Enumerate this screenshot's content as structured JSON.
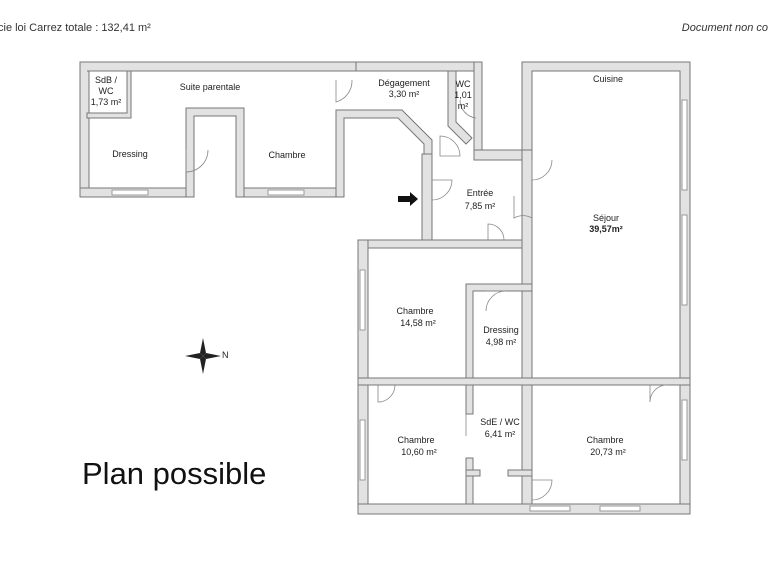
{
  "header": {
    "surface_text": "cie loi Carrez totale : 132,41 m²",
    "disclaimer": "Document non co"
  },
  "rooms": {
    "sdb_wc": {
      "name": "SdB /",
      "name2": "WC",
      "area": "1,73 m²"
    },
    "suite_parentale": {
      "name": "Suite parentale"
    },
    "dressing_1": {
      "name": "Dressing"
    },
    "chambre_1": {
      "name": "Chambre"
    },
    "degagement": {
      "name": "Dégagement",
      "area": "3,30 m²"
    },
    "wc": {
      "name": "WC",
      "area1": "1,01",
      "area2": "m²"
    },
    "cuisine": {
      "name": "Cuisine"
    },
    "entree": {
      "name": "Entrée",
      "area": "7,85 m²"
    },
    "sejour": {
      "name": "Séjour",
      "area": "39,57m²"
    },
    "chambre_2": {
      "name": "Chambre",
      "area": "14,58 m²"
    },
    "dressing_2": {
      "name": "Dressing",
      "area": "4,98 m²"
    },
    "chambre_3": {
      "name": "Chambre",
      "area": "10,60 m²"
    },
    "sde_wc": {
      "name": "SdE / WC",
      "area": "6,41 m²"
    },
    "chambre_4": {
      "name": "Chambre",
      "area": "20,73 m²"
    }
  },
  "compass": {
    "label": "N"
  },
  "caption": "Plan possible"
}
